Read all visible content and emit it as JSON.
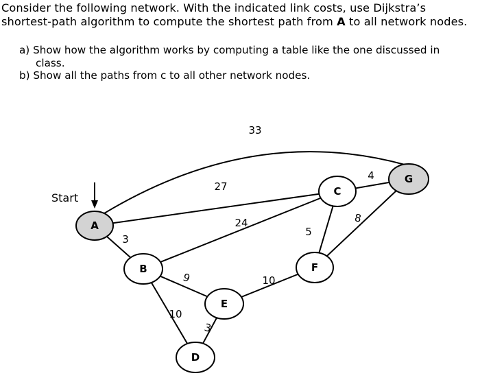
{
  "question": {
    "intro_part1": "Consider the following network. With the indicated link costs, use Dijkstra’s shortest-path algorithm to compute the shortest path from ",
    "intro_bold": "A",
    "intro_part2": " to all network nodes.",
    "item_a_marker": "a)",
    "item_a_line1": "Show how the algorithm works by computing a table like the one discussed in",
    "item_a_line2": "class.",
    "item_b_marker": "b)",
    "item_b_text": "Show all the paths from c to all other network nodes."
  },
  "graph": {
    "start_label": "Start",
    "nodes": [
      {
        "id": "A",
        "label": "A",
        "fill": "#d3d3d3"
      },
      {
        "id": "B",
        "label": "B",
        "fill": "#ffffff"
      },
      {
        "id": "C",
        "label": "C",
        "fill": "#ffffff"
      },
      {
        "id": "D",
        "label": "D",
        "fill": "#ffffff"
      },
      {
        "id": "E",
        "label": "E",
        "fill": "#ffffff"
      },
      {
        "id": "F",
        "label": "F",
        "fill": "#ffffff"
      },
      {
        "id": "G",
        "label": "G",
        "fill": "#d3d3d3"
      }
    ],
    "edges": [
      {
        "from": "A",
        "to": "G",
        "cost": "33"
      },
      {
        "from": "A",
        "to": "C",
        "cost": "27"
      },
      {
        "from": "A",
        "to": "B",
        "cost": "3"
      },
      {
        "from": "B",
        "to": "C",
        "cost": "24"
      },
      {
        "from": "B",
        "to": "E",
        "cost": "9"
      },
      {
        "from": "B",
        "to": "D",
        "cost": "10"
      },
      {
        "from": "D",
        "to": "E",
        "cost": "3"
      },
      {
        "from": "E",
        "to": "F",
        "cost": "10"
      },
      {
        "from": "F",
        "to": "C",
        "cost": "5"
      },
      {
        "from": "F",
        "to": "G",
        "cost": "8"
      },
      {
        "from": "C",
        "to": "G",
        "cost": "4"
      }
    ]
  }
}
